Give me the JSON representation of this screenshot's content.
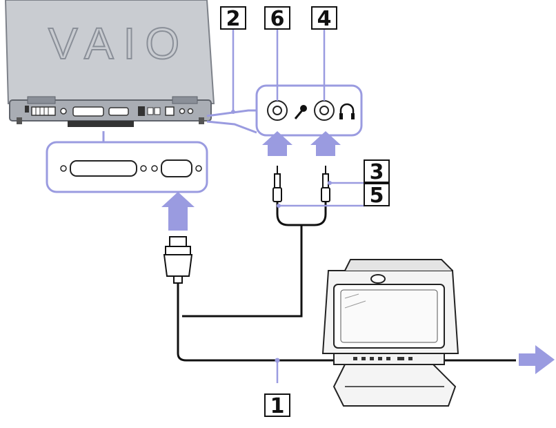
{
  "logo": {
    "brand": "VAIO"
  },
  "callouts": [
    {
      "id": "1",
      "label": "1"
    },
    {
      "id": "2",
      "label": "2"
    },
    {
      "id": "3",
      "label": "3"
    },
    {
      "id": "4",
      "label": "4"
    },
    {
      "id": "5",
      "label": "5"
    },
    {
      "id": "6",
      "label": "6"
    }
  ],
  "icons": {
    "microphone": "microphone-icon",
    "headphones": "headphones-icon",
    "arrow": "arrow-icon"
  },
  "colors": {
    "accent": "#9a9be0",
    "accent_stroke": "#7a7bd0",
    "line": "#111111",
    "laptop_body": "#c9ccd1",
    "laptop_dark": "#8a8f98"
  }
}
